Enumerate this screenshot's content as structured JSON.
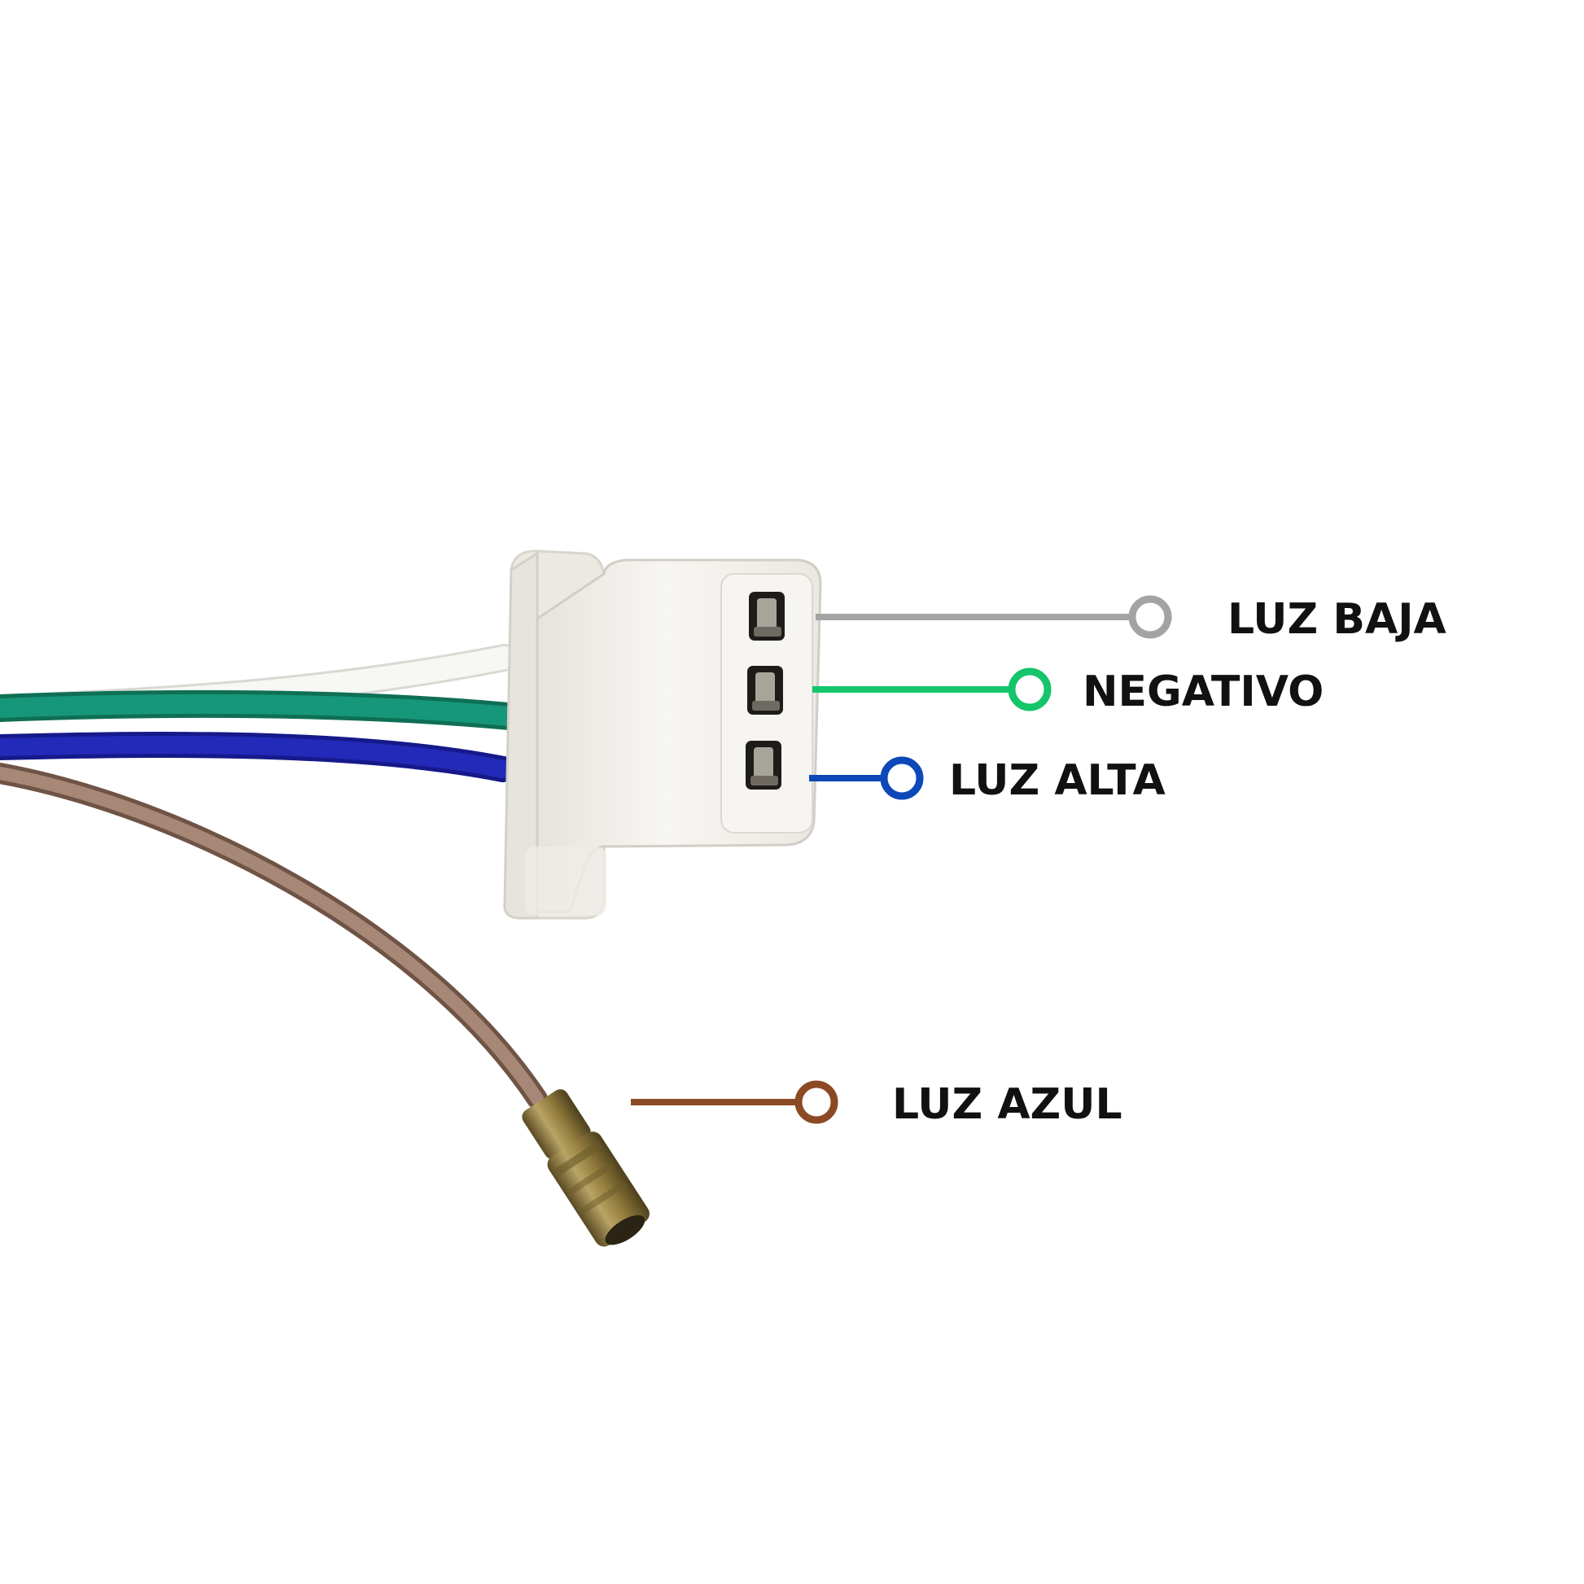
{
  "labels": {
    "luz_baja": "LUZ BAJA",
    "negativo": "NEGATIVO",
    "luz_alta": "LUZ ALTA",
    "luz_azul": "LUZ AZUL"
  },
  "colors": {
    "background": "#ffffff",
    "luz_baja_line": "#a3a3a3",
    "negativo_line": "#14c56a",
    "luz_alta_line": "#0c48b8",
    "luz_azul_line": "#8b4a24",
    "wire_white": "#f4f4f0",
    "wire_green": "#13876a",
    "wire_blue": "#1a1fa6",
    "wire_brown": "#8d6e5c",
    "connector_body": "#f3f1ec",
    "terminal_metal": "#a88f4e",
    "text": "#111111"
  }
}
